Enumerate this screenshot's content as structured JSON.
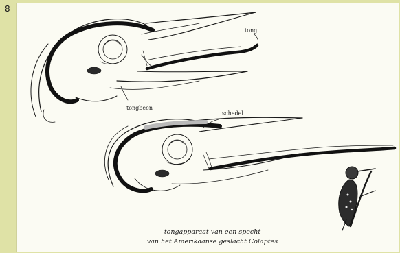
{
  "figure": {
    "number": "8",
    "labels": {
      "tong": "tong",
      "tongbeen": "tongbeen",
      "schedel": "schedel"
    },
    "caption": {
      "line1": "tongapparaat van een specht",
      "line2": "van het Amerikaanse geslacht Colaptes"
    },
    "colors": {
      "background": "#dfe2a6",
      "panel": "#fbfbf3",
      "ink": "#161616"
    }
  }
}
